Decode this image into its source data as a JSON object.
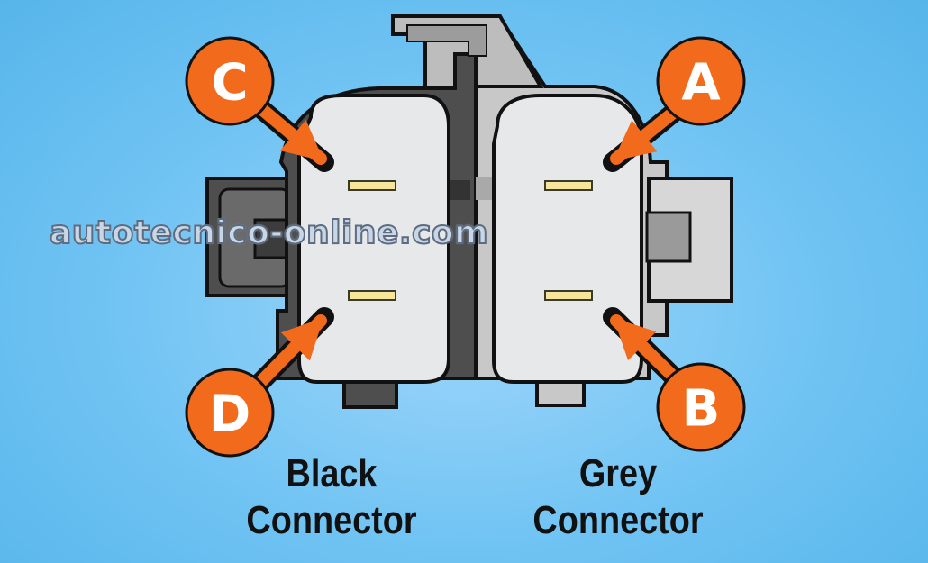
{
  "watermark": "autotecnico-online.com",
  "callouts": {
    "a": "A",
    "b": "B",
    "c": "C",
    "d": "D"
  },
  "connectors": {
    "black": {
      "line1": "Black",
      "line2": "Connector"
    },
    "grey": {
      "line1": "Grey",
      "line2": "Connector"
    }
  },
  "colors": {
    "background": "#6fc3f3",
    "callout": "#f26a1b",
    "black_connector": "#4e4e4e",
    "grey_connector": "#c8c8c8",
    "terminal": "#f6e59a"
  }
}
